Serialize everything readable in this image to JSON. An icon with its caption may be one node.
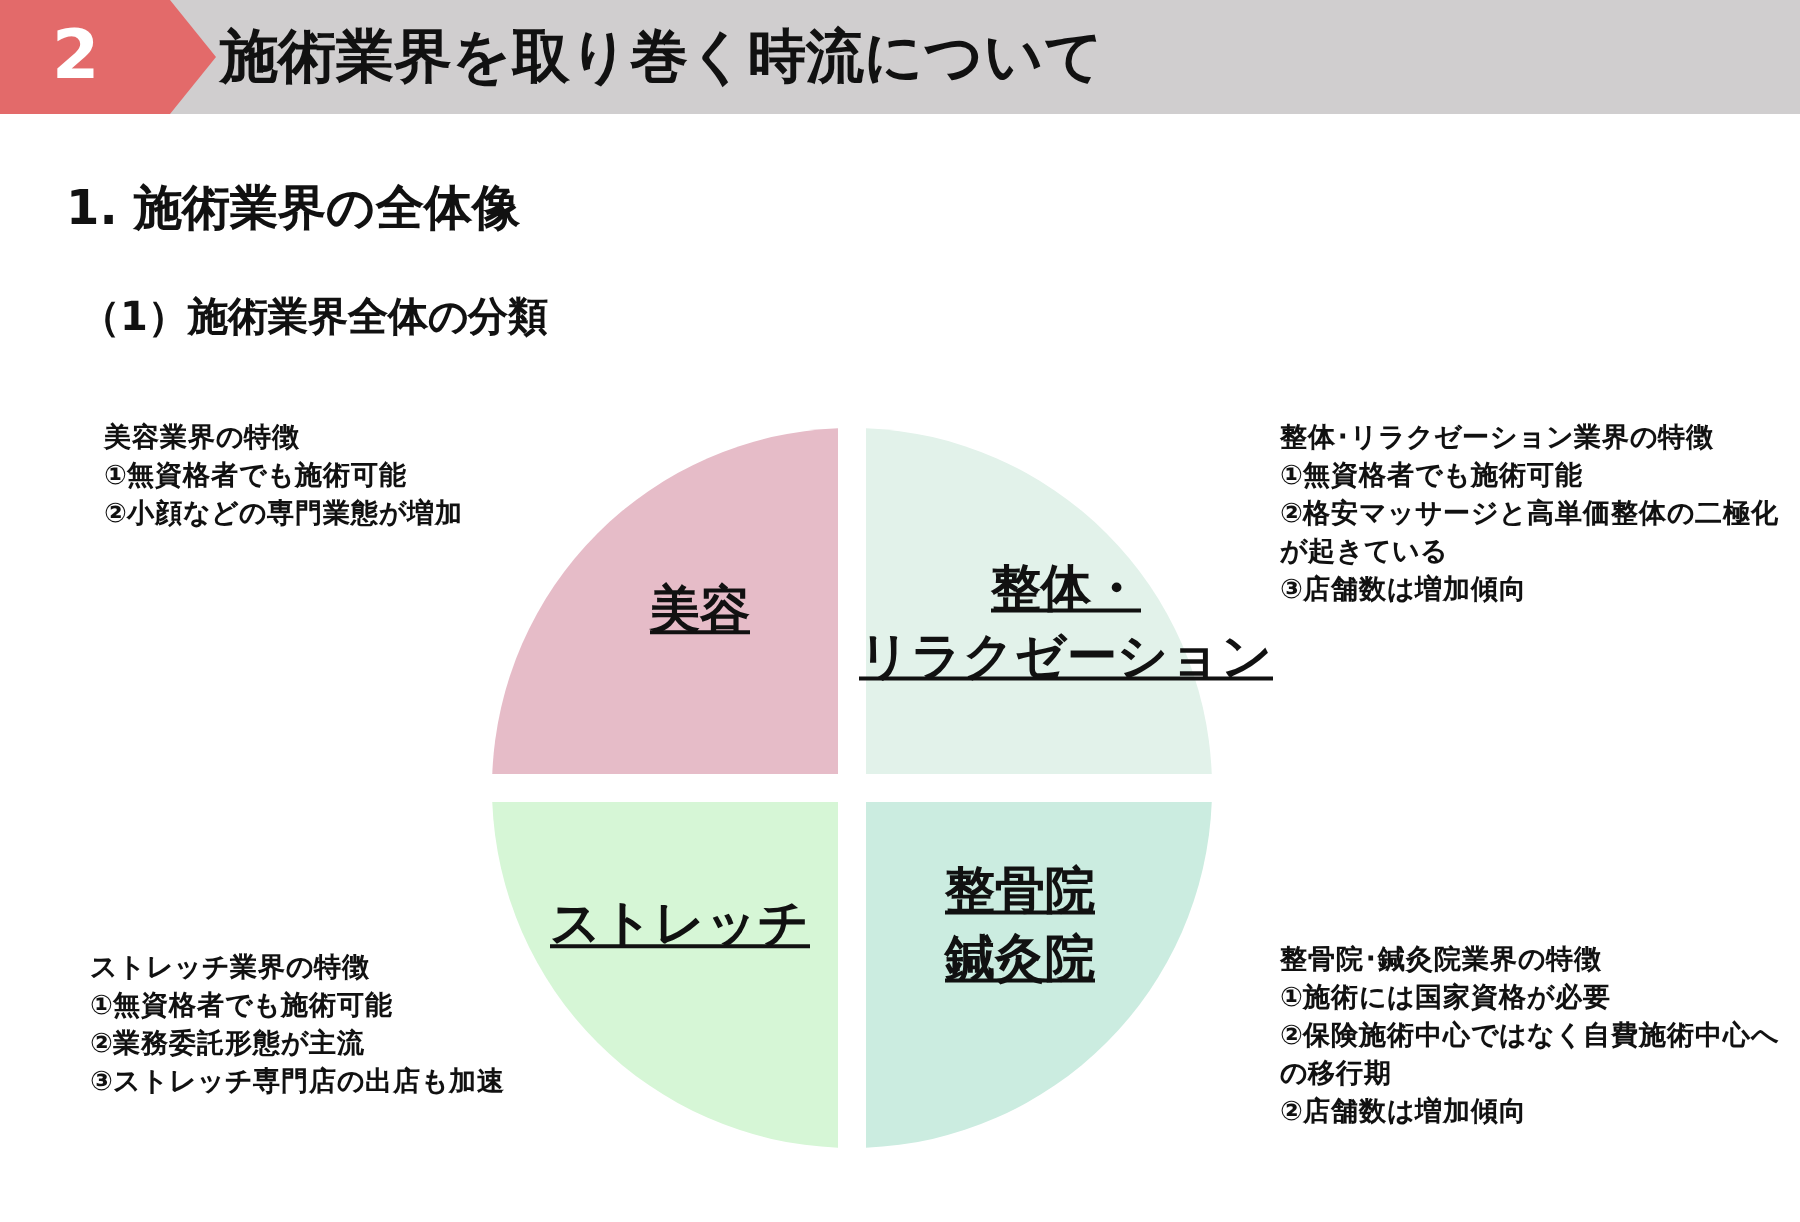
{
  "diagram": {
    "title": "施術業界を取り巻く時流について",
    "labels": [
      "2",
      "1. 施術業界の全体像",
      "（1）施術業界全体の分類"
    ],
    "nodes": [
      {
        "text": [
          "美容"
        ],
        "beside": [
          "美容業界の特徴",
          "①無資格者でも施術可能",
          "②小顔などの専門業態が増加"
        ]
      },
      {
        "text": [
          "整体・リラクゼーション"
        ],
        "beside": [
          "整体･リラクゼーション業界の特徴",
          "①無資格者でも施術可能",
          "②格安マッサージと高単価整体の二極化が起きている",
          "③店舗数は増加傾向"
        ]
      },
      {
        "text": [
          "ストレッチ"
        ],
        "beside": [
          "ストレッチ業界の特徴",
          "①無資格者でも施術可能",
          "②業務委託形態が主流",
          "③ストレッチ専門店の出店も加速"
        ]
      },
      {
        "text": [
          "整骨院鍼灸院"
        ],
        "beside": [
          "整骨院･鍼灸院業界の特徴",
          "①施術には国家資格が必要",
          "②保険施術中心ではなく自費施術中心への移行期",
          "②店舗数は増加傾向"
        ]
      }
    ]
  }
}
